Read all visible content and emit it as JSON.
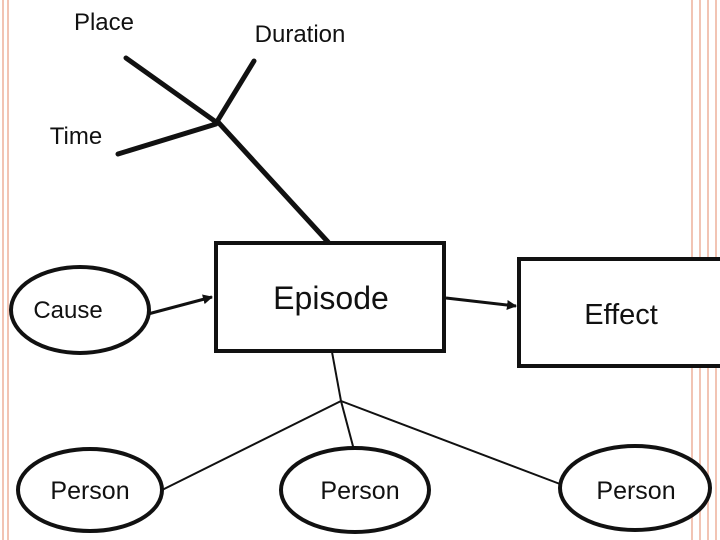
{
  "diagram": {
    "labels": {
      "place": "Place",
      "duration": "Duration",
      "time": "Time",
      "cause": "Cause",
      "episode": "Episode",
      "effect": "Effect",
      "person_left": "Person",
      "person_center": "Person",
      "person_right": "Person"
    },
    "colors": {
      "stroke": "#111111",
      "border_stripes": "#f2c4b4",
      "background": "#ffffff"
    }
  }
}
